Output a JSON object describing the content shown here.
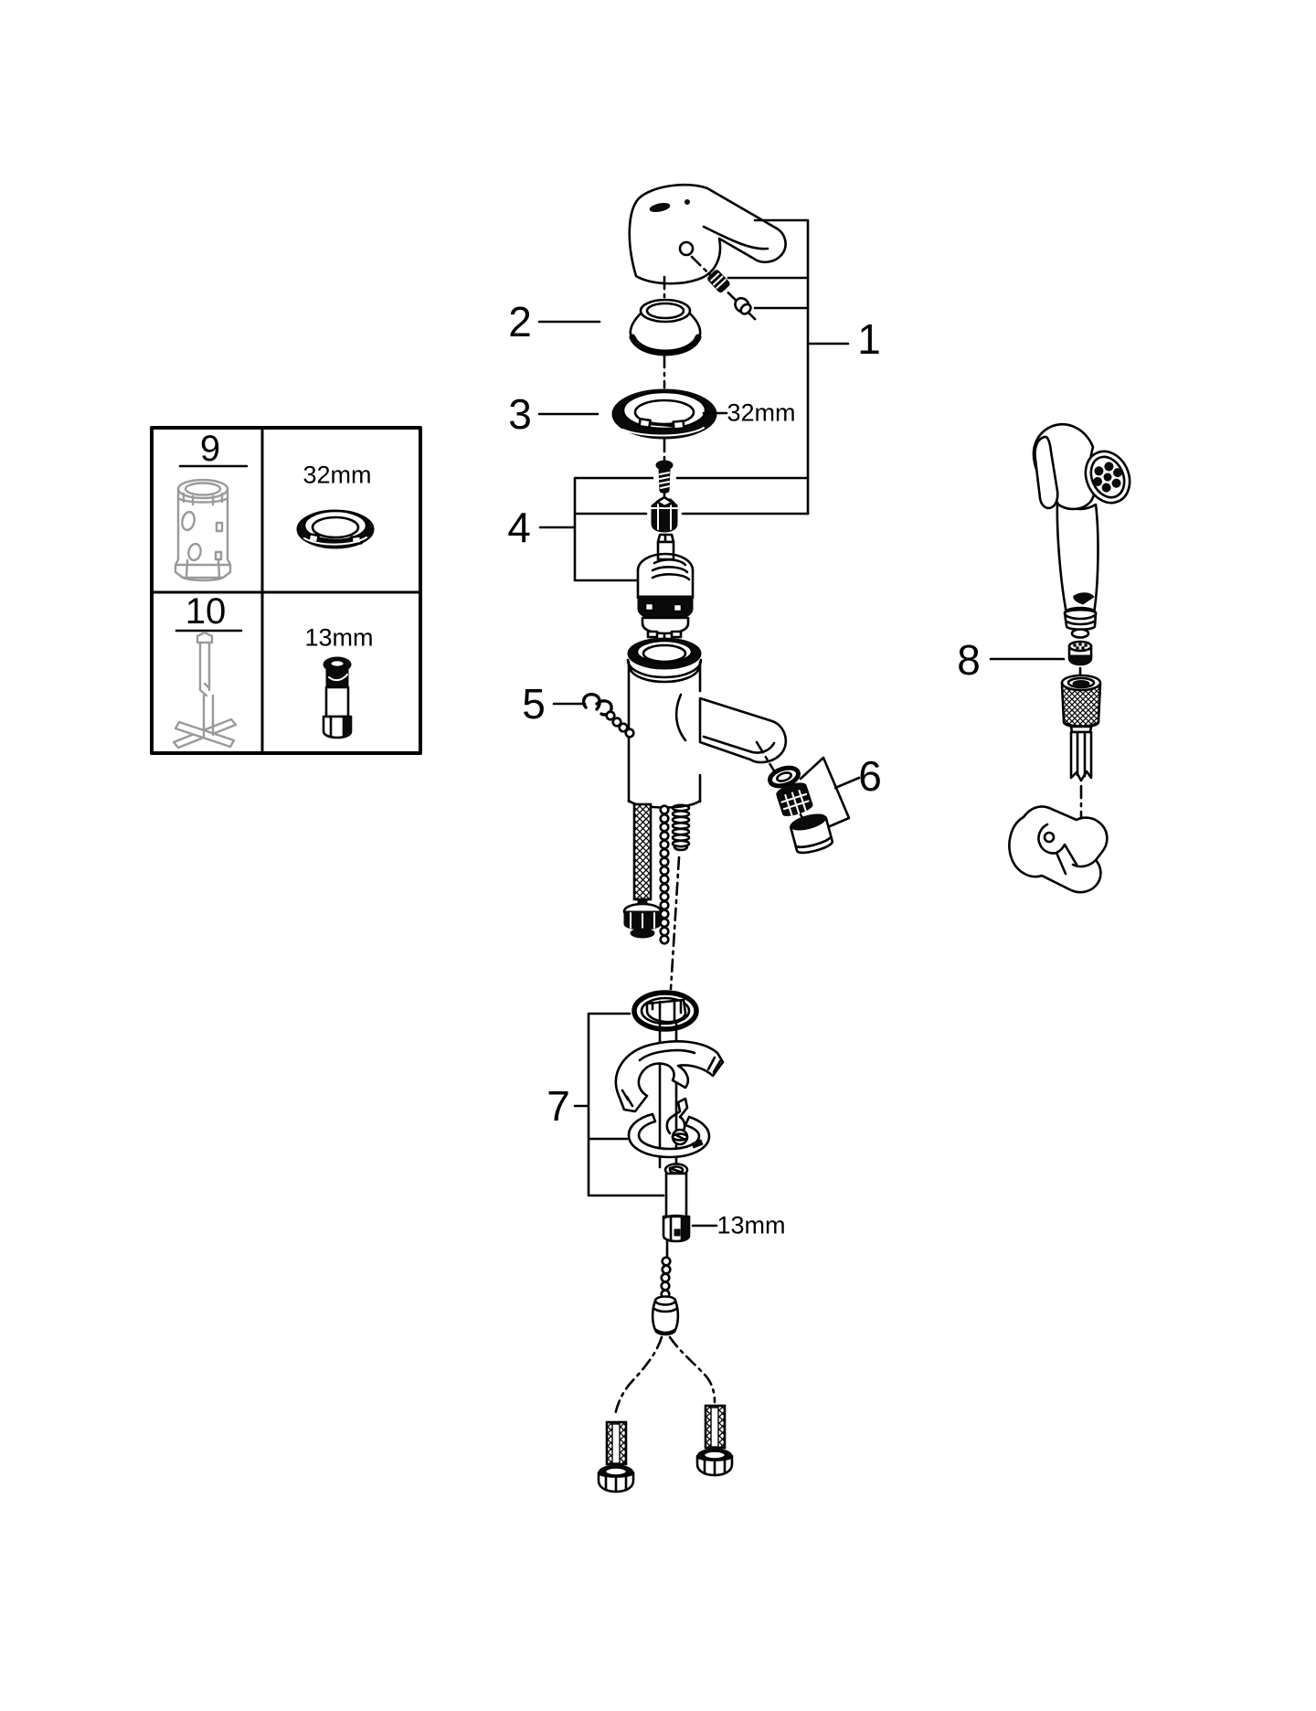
{
  "figure": {
    "title": "Faucet exploded parts diagram",
    "background_color": "#ffffff",
    "line_color": "#000000",
    "tool_line_color": "#9a9a9a"
  },
  "callouts": [
    {
      "id": "1",
      "part": "lever-handle-assembly"
    },
    {
      "id": "2",
      "part": "escutcheon-dome-cap"
    },
    {
      "id": "3",
      "part": "mounting-ring-nut"
    },
    {
      "id": "4",
      "part": "cartridge-with-screw-and-adapter"
    },
    {
      "id": "5",
      "part": "retainer-hook-with-chain"
    },
    {
      "id": "6",
      "part": "aerator-assembly"
    },
    {
      "id": "7",
      "part": "mounting-hardware-set"
    },
    {
      "id": "8",
      "part": "hand-spray-check-valve"
    }
  ],
  "dimension_labels": {
    "ring_nut": "32mm",
    "mounting_stud": "13mm"
  },
  "legend": {
    "items": [
      {
        "id": "9",
        "tool": "socket-wrench",
        "size_label": "32mm"
      },
      {
        "id": "10",
        "tool": "t-handle-hex-key",
        "size_label": "13mm"
      }
    ]
  }
}
